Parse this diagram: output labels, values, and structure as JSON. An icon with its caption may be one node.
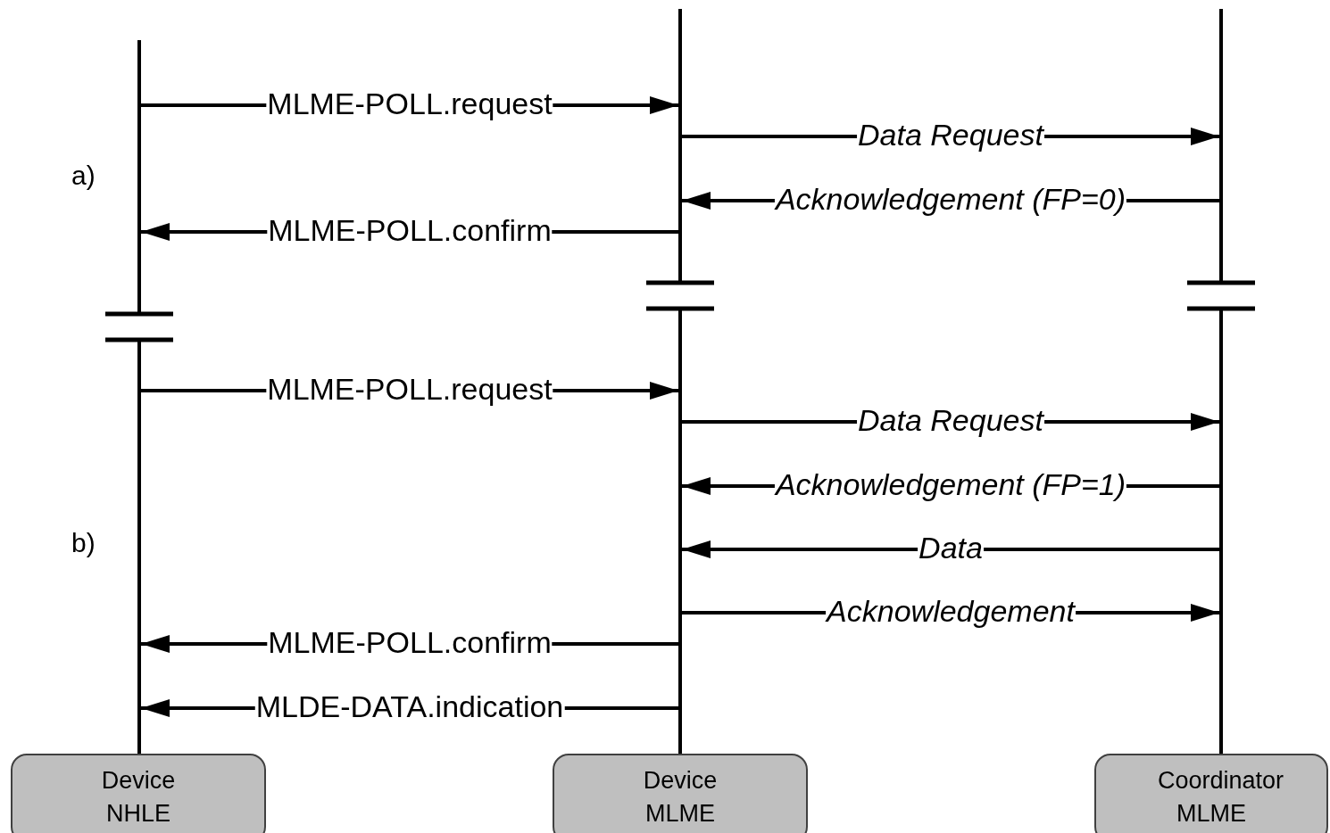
{
  "diagram": {
    "nodes": [
      {
        "text": [
          "Device NHLE"
        ]
      },
      {
        "text": [
          "Device MLME"
        ]
      },
      {
        "text": [
          "Coordinator MLME"
        ]
      }
    ],
    "edges": [
      {
        "from": 0,
        "to": 1,
        "arrow": "to",
        "label": "MLME-POLL.request"
      },
      {
        "from": 1,
        "to": 2,
        "arrow": "to",
        "label": "Data Request"
      },
      {
        "from": 2,
        "to": 1,
        "arrow": "to",
        "label": "Acknowledgement (FP=0)"
      },
      {
        "from": 1,
        "to": 0,
        "arrow": "to",
        "label": "MLME-POLL.confirm"
      },
      {
        "from": 0,
        "to": 1,
        "arrow": "to",
        "label": "MLME-POLL.request"
      },
      {
        "from": 1,
        "to": 2,
        "arrow": "to",
        "label": "Data Request"
      },
      {
        "from": 2,
        "to": 1,
        "arrow": "to",
        "label": "Acknowledgement (FP=1)"
      },
      {
        "from": 2,
        "to": 1,
        "arrow": "to",
        "label": "Data"
      },
      {
        "from": 1,
        "to": 2,
        "arrow": "to",
        "label": "Acknowledgement"
      },
      {
        "from": 1,
        "to": 0,
        "arrow": "to",
        "label": "MLME-POLL.confirm"
      },
      {
        "from": 1,
        "to": 0,
        "arrow": "to",
        "label": "MLDE-DATA.indication"
      }
    ],
    "labels": [
      "a)",
      "b)"
    ]
  }
}
